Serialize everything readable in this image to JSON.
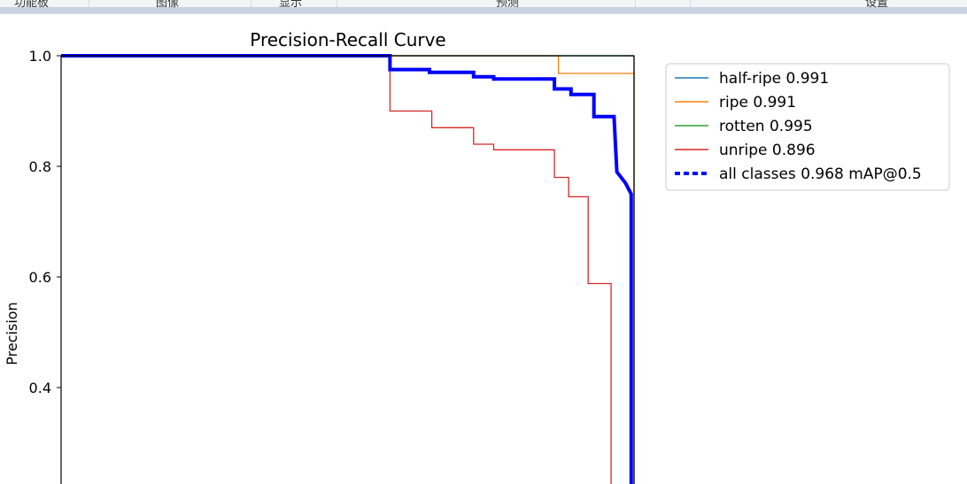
{
  "header": {
    "clipped_labels": [
      "功能板",
      "图像",
      "显示",
      "预测",
      "设置"
    ]
  },
  "chart_data": {
    "type": "line",
    "title": "Precision-Recall Curve",
    "xlabel": "",
    "ylabel": "Precision",
    "xlim": [
      0.0,
      1.0
    ],
    "ylim": [
      0.22,
      1.0
    ],
    "yticks": [
      {
        "value": 1.0,
        "label": "1.0"
      },
      {
        "value": 0.8,
        "label": "0.8"
      },
      {
        "value": 0.6,
        "label": "0.6"
      },
      {
        "value": 0.4,
        "label": "0.4"
      }
    ],
    "legend_position": "upper-right",
    "series": [
      {
        "name": "half-ripe 0.991",
        "color": "#1f77b4",
        "points": [
          [
            0.0,
            1.0
          ],
          [
            1.0,
            1.0
          ]
        ]
      },
      {
        "name": "ripe 0.991",
        "color": "#ff7f0e",
        "points": [
          [
            0.0,
            1.0
          ],
          [
            0.868,
            1.0
          ],
          [
            0.868,
            0.968
          ],
          [
            1.0,
            0.968
          ],
          [
            1.0,
            0.22
          ]
        ]
      },
      {
        "name": "rotten 0.995",
        "color": "#2ca02c",
        "points": [
          [
            0.0,
            1.0
          ],
          [
            1.0,
            1.0
          ],
          [
            1.0,
            0.22
          ]
        ]
      },
      {
        "name": "unripe 0.896",
        "color": "#d62728",
        "points": [
          [
            0.0,
            1.0
          ],
          [
            0.574,
            1.0
          ],
          [
            0.574,
            0.9
          ],
          [
            0.647,
            0.9
          ],
          [
            0.647,
            0.87
          ],
          [
            0.72,
            0.87
          ],
          [
            0.72,
            0.84
          ],
          [
            0.755,
            0.84
          ],
          [
            0.755,
            0.83
          ],
          [
            0.861,
            0.83
          ],
          [
            0.861,
            0.78
          ],
          [
            0.886,
            0.78
          ],
          [
            0.886,
            0.745
          ],
          [
            0.92,
            0.745
          ],
          [
            0.92,
            0.588
          ],
          [
            0.96,
            0.588
          ],
          [
            0.96,
            0.22
          ]
        ]
      },
      {
        "name": "all classes 0.968 mAP@0.5",
        "color": "#0000ff",
        "bold": true,
        "points": [
          [
            0.0,
            1.0
          ],
          [
            0.574,
            1.0
          ],
          [
            0.574,
            0.975
          ],
          [
            0.643,
            0.975
          ],
          [
            0.643,
            0.97
          ],
          [
            0.72,
            0.97
          ],
          [
            0.72,
            0.962
          ],
          [
            0.755,
            0.962
          ],
          [
            0.755,
            0.958
          ],
          [
            0.861,
            0.958
          ],
          [
            0.861,
            0.94
          ],
          [
            0.89,
            0.94
          ],
          [
            0.89,
            0.93
          ],
          [
            0.93,
            0.93
          ],
          [
            0.93,
            0.89
          ],
          [
            0.965,
            0.89
          ],
          [
            0.97,
            0.79
          ],
          [
            0.985,
            0.77
          ],
          [
            0.995,
            0.75
          ],
          [
            0.995,
            0.22
          ]
        ]
      }
    ]
  }
}
